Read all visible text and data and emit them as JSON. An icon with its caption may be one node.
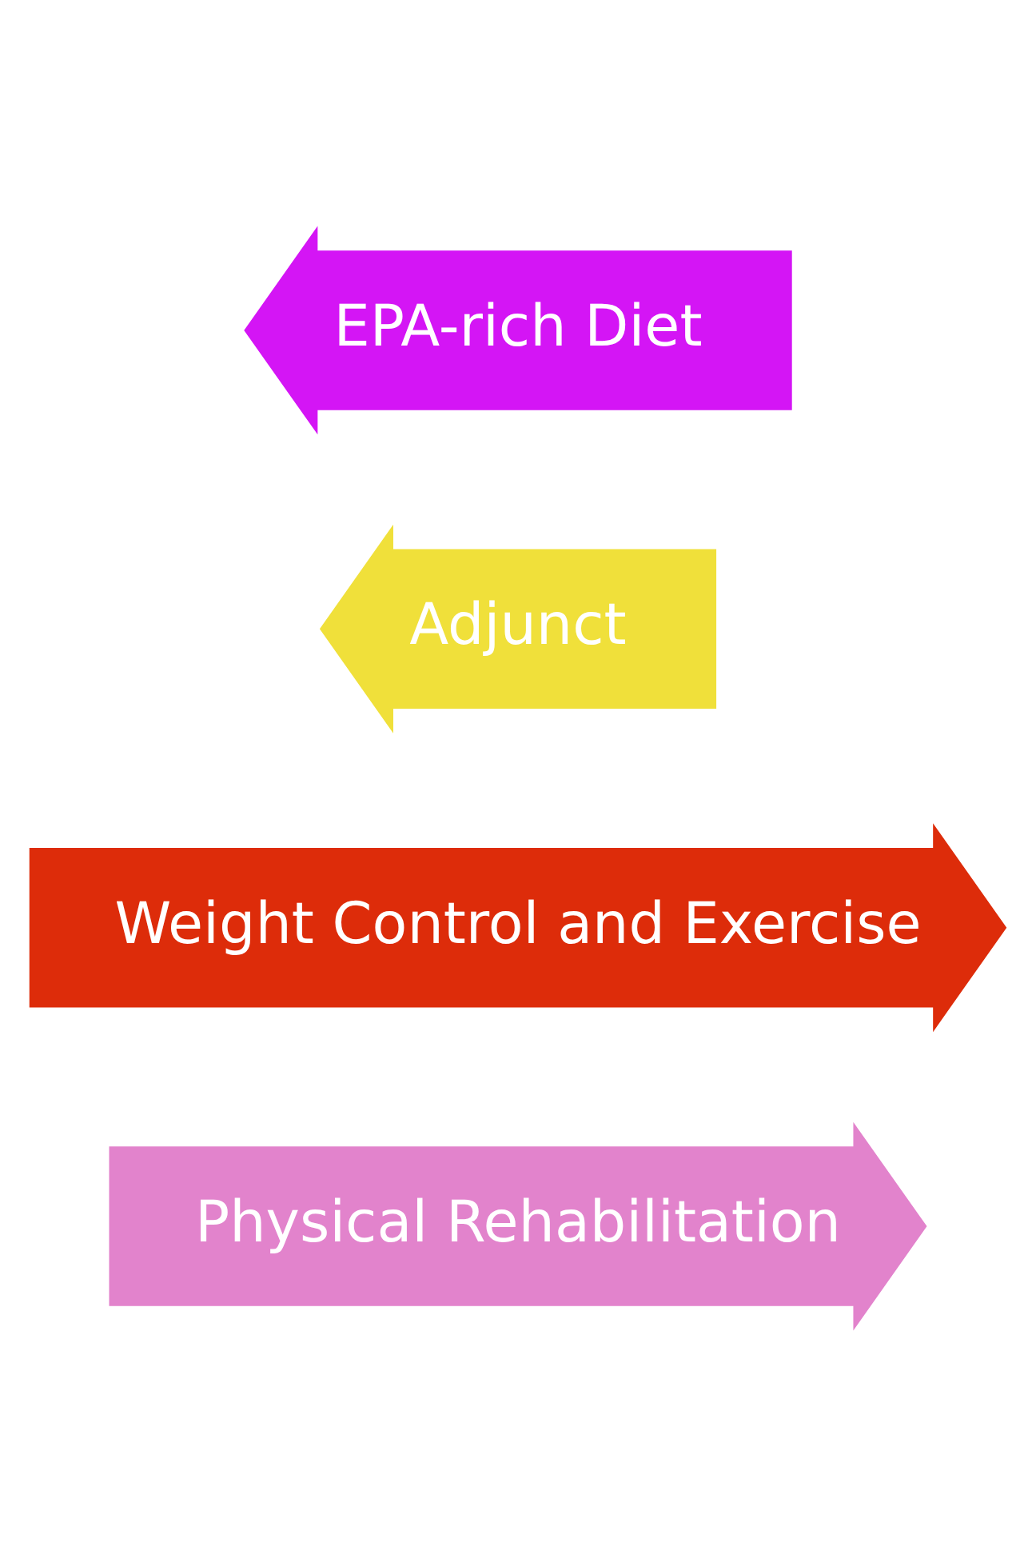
{
  "diagram": {
    "nodes": [
      {
        "text": [
          "Physical Rehabilitation"
        ]
      },
      {
        "text": [
          "Weight Control and Exercise"
        ]
      },
      {
        "text": [
          "Adjunct"
        ]
      },
      {
        "text": [
          "EPA-rich Diet"
        ]
      }
    ]
  }
}
